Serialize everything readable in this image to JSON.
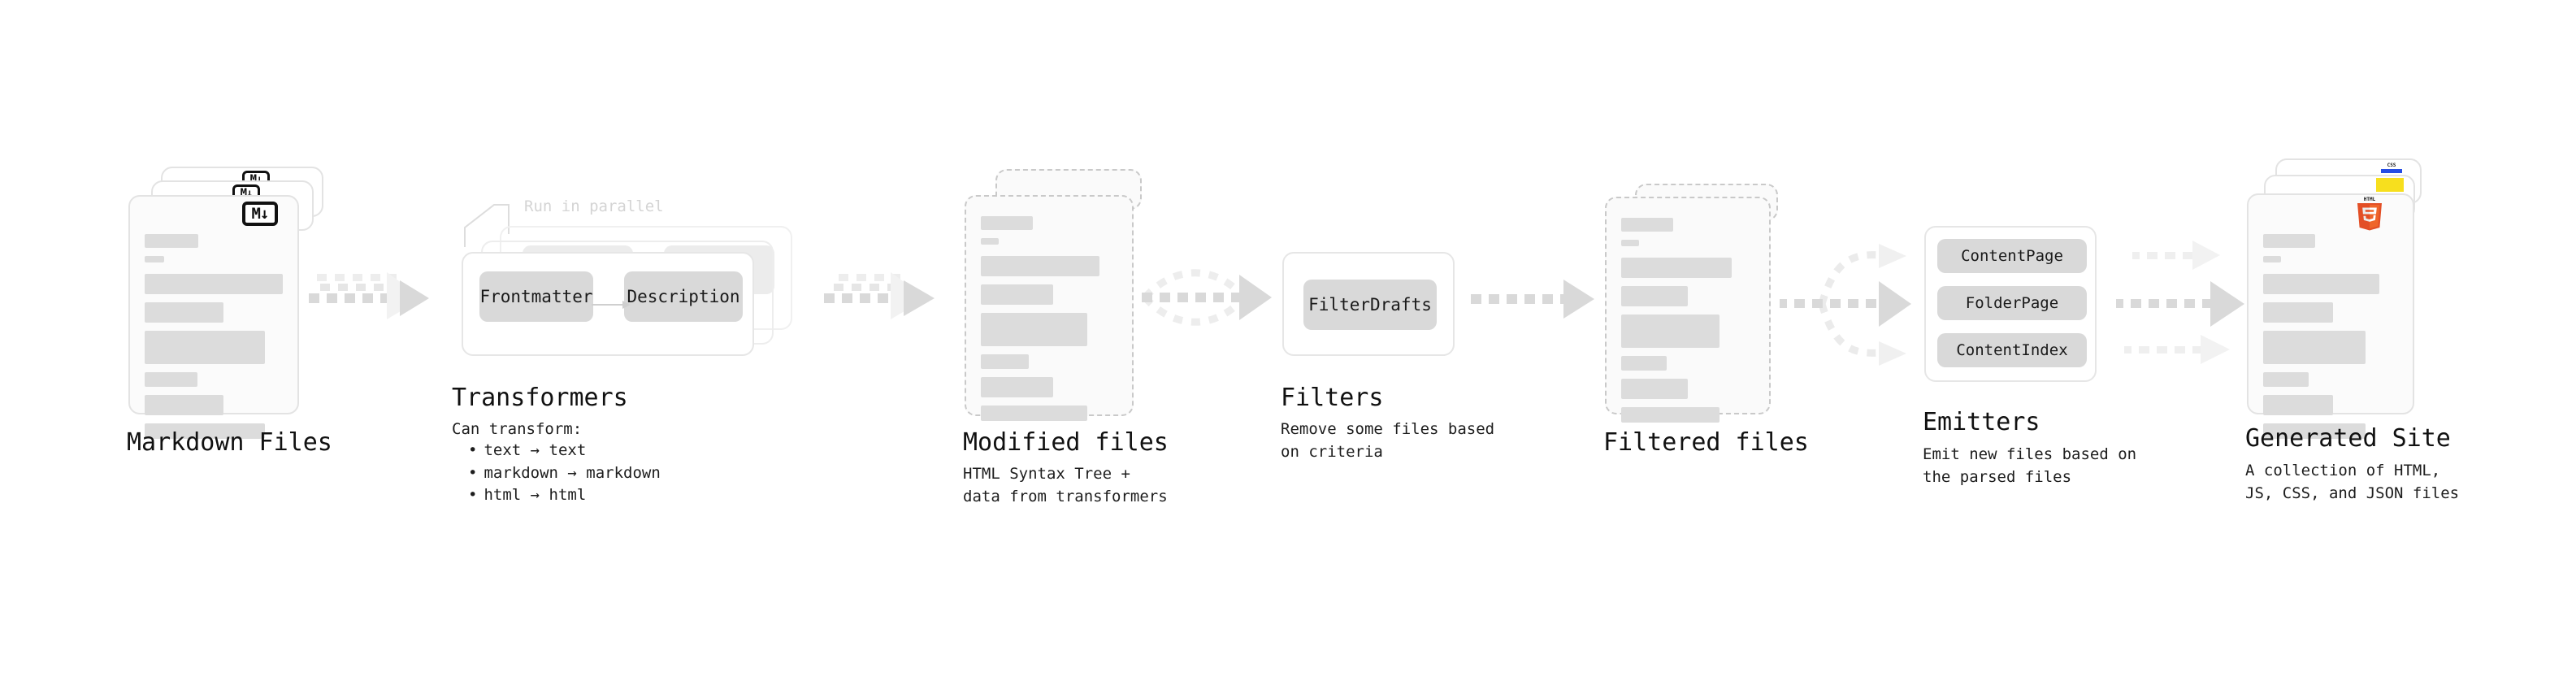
{
  "diagram": {
    "type": "pipeline-flow",
    "title_implicit": "Quartz static site generation pipeline",
    "stages": [
      {
        "id": "markdown-files",
        "title": "Markdown Files",
        "subtitle": "",
        "kind": "document-stack",
        "badge": "markdown-badge",
        "badge_text": "M↓",
        "stack_count": 3,
        "border_style": "solid"
      },
      {
        "id": "transformers",
        "title": "Transformers",
        "subtitle": "Can transform:",
        "kind": "process-stack",
        "note": "Run in parallel",
        "stack_count": 3,
        "items": [
          "Frontmatter",
          "Description"
        ],
        "bullets": [
          "text → text",
          "markdown → markdown",
          "html → html"
        ]
      },
      {
        "id": "modified-files",
        "title": "Modified files",
        "subtitle": "HTML Syntax Tree +\ndata from transformers",
        "kind": "document-stack",
        "stack_count": 2,
        "border_style": "dashed"
      },
      {
        "id": "filters",
        "title": "Filters",
        "subtitle": "Remove some files based\non criteria",
        "kind": "process-box",
        "items": [
          "FilterDrafts"
        ]
      },
      {
        "id": "filtered-files",
        "title": "Filtered files",
        "subtitle": "",
        "kind": "document-stack",
        "stack_count": 2,
        "border_style": "dashed"
      },
      {
        "id": "emitters",
        "title": "Emitters",
        "subtitle": "Emit new files based on\nthe parsed files",
        "kind": "process-box",
        "items": [
          "ContentPage",
          "FolderPage",
          "ContentIndex"
        ]
      },
      {
        "id": "generated-site",
        "title": "Generated Site",
        "subtitle": "A collection of HTML,\nJS, CSS, and JSON files",
        "kind": "document-stack",
        "stack_count": 3,
        "badges": [
          "html5-badge",
          "js-badge",
          "css-badge"
        ],
        "badge_labels": [
          "HTML 5",
          "JS",
          "CSS"
        ],
        "border_style": "solid"
      }
    ],
    "connectors": [
      {
        "from": "markdown-files",
        "to": "transformers",
        "style": "dotted-converging-arrow"
      },
      {
        "from": "transformers",
        "to": "modified-files",
        "style": "dotted-converging-arrow"
      },
      {
        "from": "modified-files",
        "to": "filters",
        "style": "dotted-merging-arrow"
      },
      {
        "from": "filters",
        "to": "filtered-files",
        "style": "dotted-arrow"
      },
      {
        "from": "filtered-files",
        "to": "emitters",
        "style": "dotted-branching-arrow"
      },
      {
        "from": "emitters",
        "to": "generated-site",
        "style": "dotted-triple-arrow"
      }
    ],
    "colors": {
      "background": "#ffffff",
      "text": "#111111",
      "muted_text": "#d4d4d4",
      "card_border": "#e3e3e3",
      "card_fill": "#fbfbfb",
      "bar_fill": "#dcdcdc",
      "pill_fill": "#d9d9d9",
      "arrow_fill": "#d9d9d9",
      "html5": "#e34f26",
      "js": "#f7df1e",
      "css": "#264de4"
    }
  }
}
